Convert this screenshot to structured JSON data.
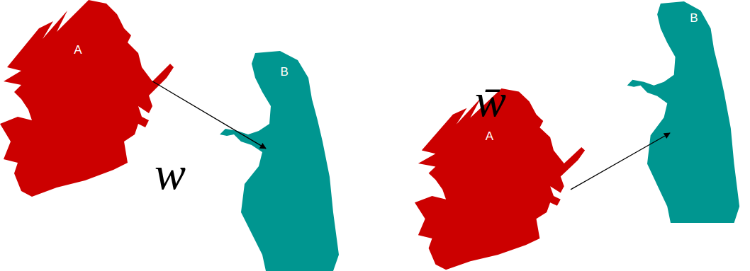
{
  "diagram": {
    "nodes": [
      {
        "text": [
          "A"
        ]
      },
      {
        "text": [
          "B"
        ]
      },
      {
        "text": [
          "A"
        ]
      },
      {
        "text": [
          "B"
        ]
      }
    ],
    "edges": [
      {
        "from": 0,
        "to": 1,
        "arrow": "to",
        "label": "w"
      },
      {
        "from": 2,
        "to": 3,
        "arrow": "to",
        "label": "w̄"
      }
    ]
  }
}
